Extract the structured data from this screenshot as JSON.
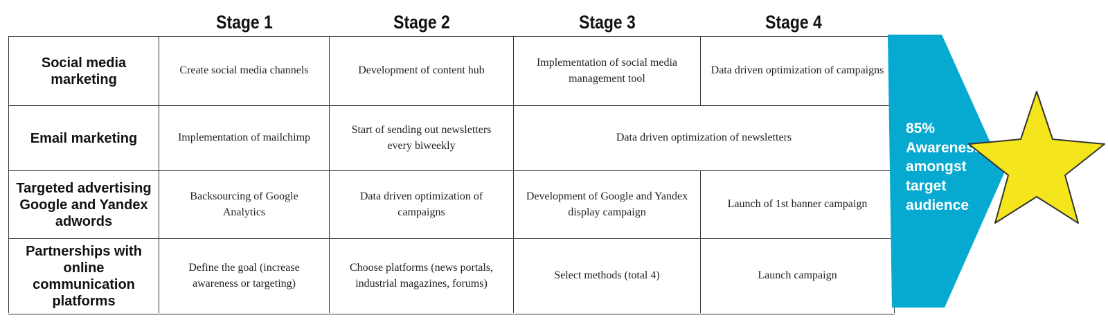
{
  "stages": [
    "Stage 1",
    "Stage 2",
    "Stage 3",
    "Stage 4"
  ],
  "rows": [
    {
      "label": "Social media marketing",
      "cells": [
        "Create social media channels",
        "Development of content hub",
        "Implementation of social media management tool",
        "Data driven optimization of campaigns"
      ]
    },
    {
      "label": "Email marketing",
      "cells": [
        "Implementation of mailchimp",
        "Start of sending out newsletters every biweekly",
        "Data driven optimization of newsletters"
      ]
    },
    {
      "label": "Targeted advertising Google and Yandex adwords",
      "cells": [
        "Backsourcing of Google Analytics",
        "Data driven optimization of campaigns",
        "Development of Google and Yandex display campaign",
        "Launch of 1st banner campaign"
      ]
    },
    {
      "label": "Partnerships with online communication platforms",
      "cells": [
        "Define the goal (increase awareness or targeting)",
        "Choose platforms (news portals, industrial magazines, forums)",
        "Select methods (total 4)",
        "Launch campaign"
      ]
    }
  ],
  "goal": {
    "text": "85%\nAwareness\namongst\ntarget\naudience",
    "arrow_color": "#06a9cf",
    "star_color": "#f4e51c"
  }
}
